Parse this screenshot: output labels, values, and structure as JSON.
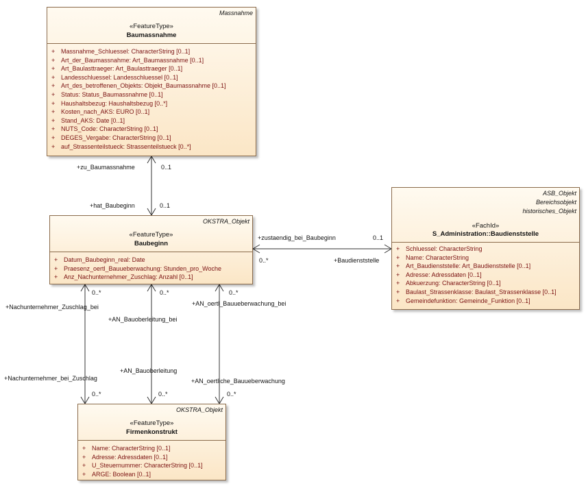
{
  "classes": {
    "baumassnahme": {
      "parent": "Massnahme",
      "stereotype": "«FeatureType»",
      "name": "Baumassnahme",
      "attributes": [
        {
          "vis": "+",
          "text": "Massnahme_Schluessel: CharacterString [0..1]"
        },
        {
          "vis": "+",
          "text": "Art_der_Baumassnahme: Art_Baumassnahme [0..1]"
        },
        {
          "vis": "+",
          "text": "Art_Baulasttraeger: Art_Baulasttraeger [0..1]"
        },
        {
          "vis": "+",
          "text": "Landesschluessel: Landesschluessel [0..1]"
        },
        {
          "vis": "+",
          "text": "Art_des_betroffenen_Objekts: Objekt_Baumassnahme [0..1]"
        },
        {
          "vis": "+",
          "text": "Status: Status_Baumassnahme [0..1]"
        },
        {
          "vis": "+",
          "text": "Haushaltsbezug: Haushaltsbezug [0..*]"
        },
        {
          "vis": "+",
          "text": "Kosten_nach_AKS: EURO [0..1]"
        },
        {
          "vis": "+",
          "text": "Stand_AKS: Date [0..1]"
        },
        {
          "vis": "+",
          "text": "NUTS_Code: CharacterString [0..1]"
        },
        {
          "vis": "+",
          "text": "DEGES_Vergabe: CharacterString [0..1]"
        },
        {
          "vis": "+",
          "text": "auf_Strassenteilstueck: Strassenteilstueck [0..*]"
        }
      ]
    },
    "baubeginn": {
      "parent": "OKSTRA_Objekt",
      "stereotype": "«FeatureType»",
      "name": "Baubeginn",
      "attributes": [
        {
          "vis": "+",
          "text": "Datum_Baubeginn_real: Date"
        },
        {
          "vis": "+",
          "text": "Praesenz_oertl_Bauueberwachung: Stunden_pro_Woche"
        },
        {
          "vis": "+",
          "text": "Anz_Nachunternehmer_Zuschlag: Anzahl [0..1]"
        }
      ]
    },
    "baudienststelle": {
      "parents": [
        "ASB_Objekt",
        "Bereichsobjekt",
        "historisches_Objekt"
      ],
      "stereotype": "«FachId»",
      "name": "S_Administration::Baudienststelle",
      "attributes": [
        {
          "vis": "+",
          "text": "Schluessel: CharacterString"
        },
        {
          "vis": "+",
          "text": "Name: CharacterString"
        },
        {
          "vis": "+",
          "text": "Art_Baudienststelle: Art_Baudienststelle [0..1]"
        },
        {
          "vis": "+",
          "text": "Adresse: Adressdaten [0..1]"
        },
        {
          "vis": "+",
          "text": "Abkuerzung: CharacterString [0..1]"
        },
        {
          "vis": "+",
          "text": "Baulast_Strassenklasse: Baulast_Strassenklasse [0..1]"
        },
        {
          "vis": "+",
          "text": "Gemeindefunktion: Gemeinde_Funktion [0..1]"
        }
      ]
    },
    "firmenkonstrukt": {
      "parent": "OKSTRA_Objekt",
      "stereotype": "«FeatureType»",
      "name": "Firmenkonstrukt",
      "attributes": [
        {
          "vis": "+",
          "text": "Name: CharacterString [0..1]"
        },
        {
          "vis": "+",
          "text": "Adresse: Adressdaten [0..1]"
        },
        {
          "vis": "+",
          "text": "U_Steuernummer: CharacterString [0..1]"
        },
        {
          "vis": "+",
          "text": "ARGE: Boolean [0..1]"
        }
      ]
    }
  },
  "associations": {
    "a1": {
      "role_top": "+zu_Baumassnahme",
      "mult_top": "0..1",
      "role_bottom": "+hat_Baubeginn",
      "mult_bottom": "0..1"
    },
    "a2": {
      "role_left": "+zustaendig_bei_Baubeginn",
      "mult_left": "0..*",
      "role_right": "+Baudienststelle",
      "mult_right": "0..1"
    },
    "a3": {
      "role_top": "+Nachunternehmer_Zuschlag_bei",
      "mult_top": "0..*",
      "role_bottom": "+Nachunternehmer_bei_Zuschlag",
      "mult_bottom": "0..*"
    },
    "a4": {
      "role_top": "+AN_Bauoberleitung_bei",
      "mult_top": "0..*",
      "role_bottom": "+AN_Bauoberleitung",
      "mult_bottom": "0..*"
    },
    "a5": {
      "role_top": "+AN_oertl_Bauueberwachung_bei",
      "mult_top": "0..*",
      "role_bottom": "+AN_oertliche_Bauueberwachung",
      "mult_bottom": "0..*"
    }
  }
}
